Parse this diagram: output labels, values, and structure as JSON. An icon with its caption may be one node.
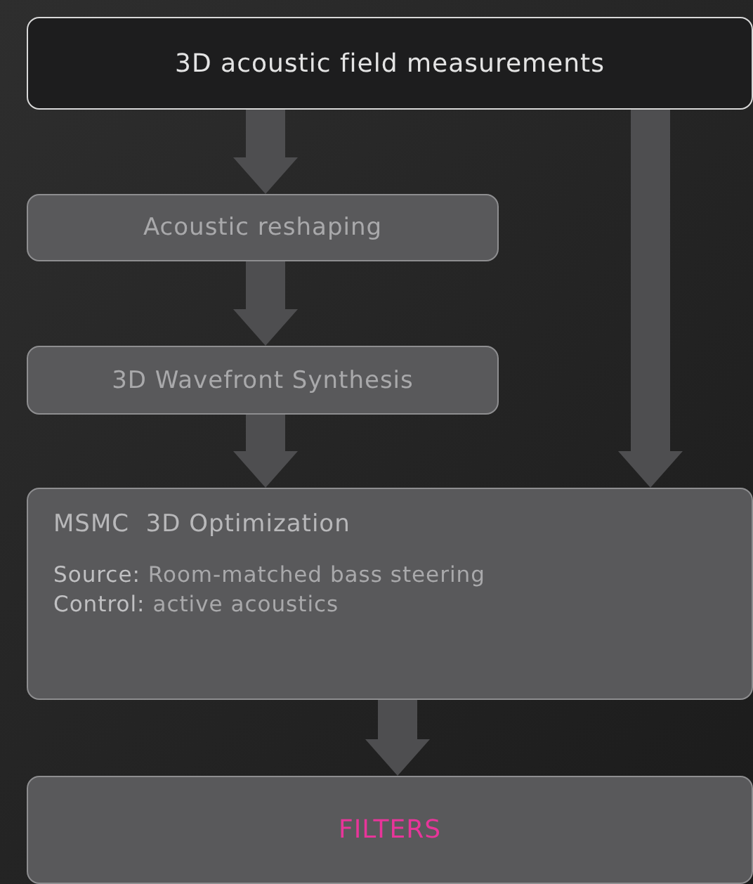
{
  "diagram": {
    "nodes": [
      {
        "text": [
          "3D acoustic field measurements"
        ]
      },
      {
        "text": [
          "Acoustic reshaping"
        ]
      },
      {
        "text": [
          "3D Wavefront Synthesis"
        ]
      },
      {
        "text": [
          "MSMC  3D Optimization",
          "**Source:** Room-matched bass steering",
          "**Control:** active acoustics"
        ]
      },
      {
        "text": [
          "FILTERS"
        ]
      }
    ],
    "edges": [
      {
        "from": 0,
        "to": 1,
        "arrow": "to"
      },
      {
        "from": 1,
        "to": 2,
        "arrow": "to"
      },
      {
        "from": 2,
        "to": 3,
        "arrow": "to"
      },
      {
        "from": 0,
        "to": 3,
        "arrow": "to"
      },
      {
        "from": 3,
        "to": 4,
        "arrow": "to"
      }
    ]
  }
}
